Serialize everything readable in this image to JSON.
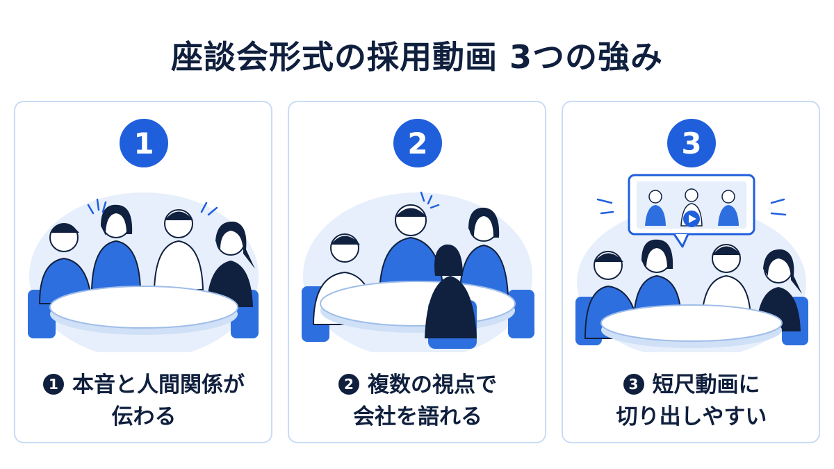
{
  "title": "座談会形式の採用動画 3つの強み",
  "cards": [
    {
      "number": "1",
      "badge": "1",
      "line1": "本音と人間関係が",
      "line2": "伝わる"
    },
    {
      "number": "2",
      "badge": "2",
      "line1": "複数の視点で",
      "line2": "会社を語れる"
    },
    {
      "number": "3",
      "badge": "3",
      "line1": "短尺動画に",
      "line2": "切り出しやすい"
    }
  ],
  "colors": {
    "accent": "#1f5fdc",
    "navy": "#0f1f3d",
    "border": "#c9dcf5",
    "bg_blob": "#e6effb"
  }
}
